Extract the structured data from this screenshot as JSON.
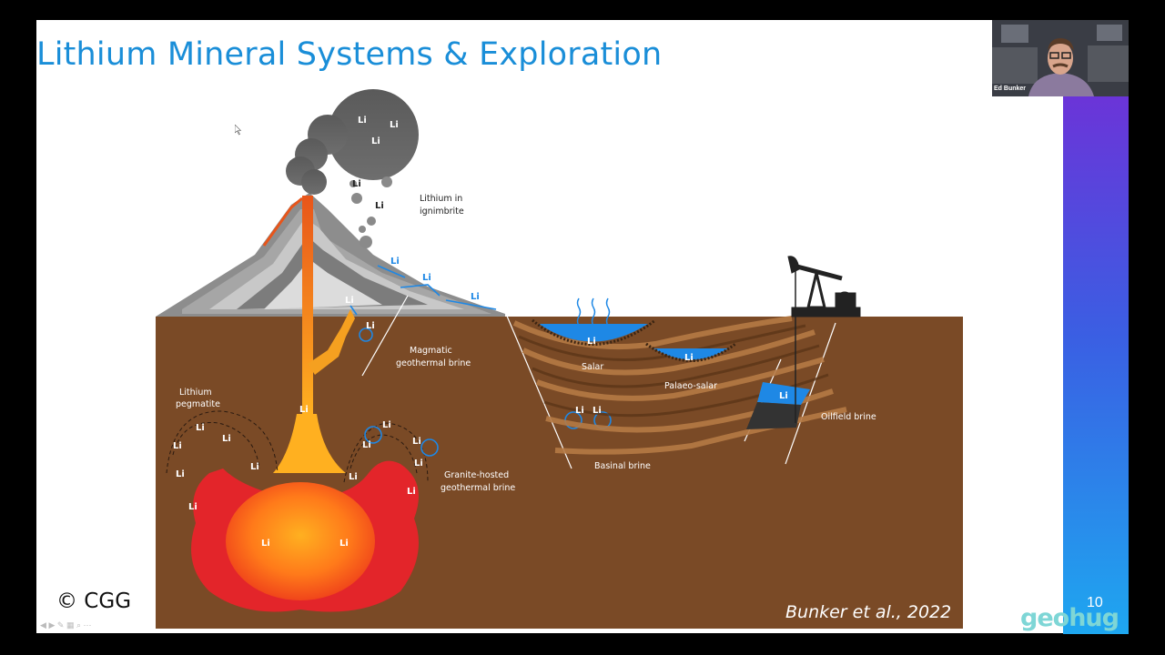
{
  "slide": {
    "title": "Lithium Mineral Systems & Exploration",
    "copyright": "© CGG",
    "citation": "Bunker et al., 2022",
    "slide_number": "10",
    "brand": "geohug",
    "presenter_name": "Ed Bunker"
  },
  "diagram": {
    "li": "Li",
    "labels": {
      "ignimbrite": [
        "Lithium in",
        "ignimbrite"
      ],
      "magmatic": [
        "Magmatic",
        "geothermal brine"
      ],
      "pegmatite": [
        "Lithium",
        "pegmatite"
      ],
      "granite": [
        "Granite-hosted",
        "geothermal brine"
      ],
      "salar": "Salar",
      "palaeo": "Palaeo-salar",
      "basinal": "Basinal brine",
      "oilfield": "Oilfield brine"
    }
  },
  "colors": {
    "title": "#1a8ed8",
    "ground": "#7a4a26",
    "brine": "#1e88e5",
    "magma": "#e8321c",
    "accent_bar": "#3a5fe3"
  }
}
